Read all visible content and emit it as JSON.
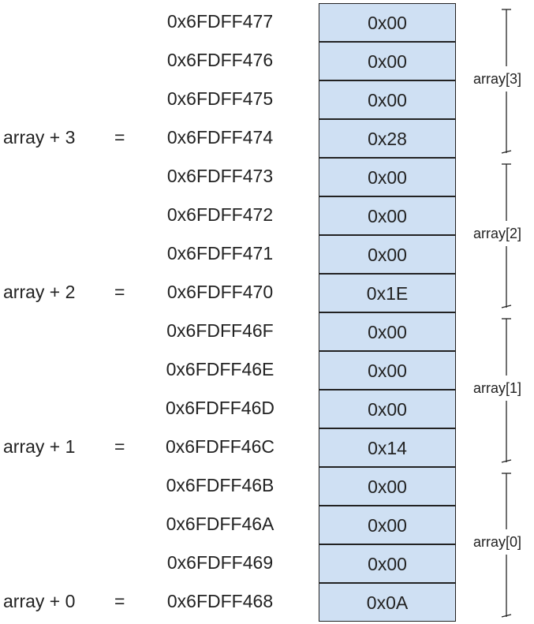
{
  "rows": [
    {
      "pointer": "",
      "eq": "",
      "address": "0x6FDFF477",
      "value": "0x00"
    },
    {
      "pointer": "",
      "eq": "",
      "address": "0x6FDFF476",
      "value": "0x00"
    },
    {
      "pointer": "",
      "eq": "",
      "address": "0x6FDFF475",
      "value": "0x00"
    },
    {
      "pointer": "array + 3",
      "eq": "=",
      "address": "0x6FDFF474",
      "value": "0x28"
    },
    {
      "pointer": "",
      "eq": "",
      "address": "0x6FDFF473",
      "value": "0x00"
    },
    {
      "pointer": "",
      "eq": "",
      "address": "0x6FDFF472",
      "value": "0x00"
    },
    {
      "pointer": "",
      "eq": "",
      "address": "0x6FDFF471",
      "value": "0x00"
    },
    {
      "pointer": "array + 2",
      "eq": "=",
      "address": "0x6FDFF470",
      "value": "0x1E"
    },
    {
      "pointer": "",
      "eq": "",
      "address": "0x6FDFF46F",
      "value": "0x00"
    },
    {
      "pointer": "",
      "eq": "",
      "address": "0x6FDFF46E",
      "value": "0x00"
    },
    {
      "pointer": "",
      "eq": "",
      "address": "0x6FDFF46D",
      "value": "0x00"
    },
    {
      "pointer": "array + 1",
      "eq": "=",
      "address": "0x6FDFF46C",
      "value": "0x14"
    },
    {
      "pointer": "",
      "eq": "",
      "address": "0x6FDFF46B",
      "value": "0x00"
    },
    {
      "pointer": "",
      "eq": "",
      "address": "0x6FDFF46A",
      "value": "0x00"
    },
    {
      "pointer": "",
      "eq": "",
      "address": "0x6FDFF469",
      "value": "0x00"
    },
    {
      "pointer": "array + 0",
      "eq": "=",
      "address": "0x6FDFF468",
      "value": "0x0A"
    }
  ],
  "groups": [
    {
      "label": "array[3]"
    },
    {
      "label": "array[2]"
    },
    {
      "label": "array[1]"
    },
    {
      "label": "array[0]"
    }
  ],
  "colors": {
    "cell_fill": "#cfe0f3",
    "border": "#222222",
    "text": "#222222"
  }
}
